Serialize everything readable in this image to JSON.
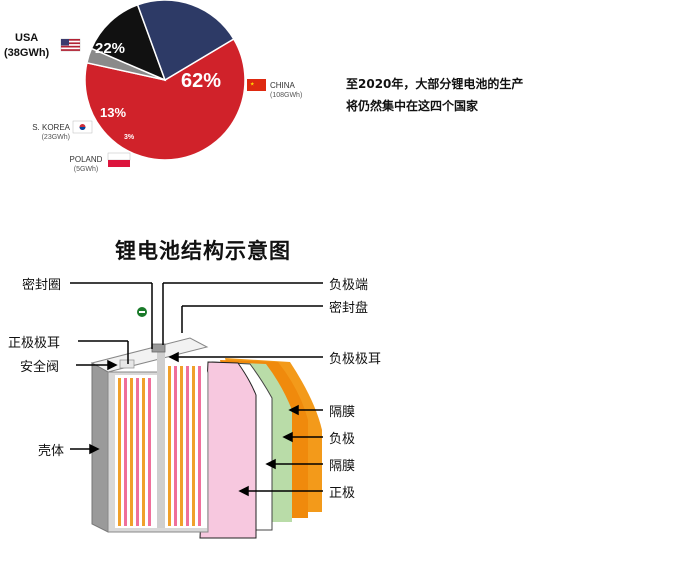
{
  "chart_data": {
    "type": "pie",
    "slices": [
      {
        "name": "CHINA",
        "value": 62,
        "label": "62%",
        "capacity": "(108GWh)",
        "color": "#d0222a"
      },
      {
        "name": "USA",
        "value": 22,
        "label": "22%",
        "capacity": "(38GWh)",
        "color": "#2d3a66"
      },
      {
        "name": "S. KOREA",
        "value": 13,
        "label": "13%",
        "capacity": "(23GWh)",
        "color": "#111111"
      },
      {
        "name": "POLAND",
        "value": 3,
        "label": "3%",
        "capacity": "(5GWh)",
        "color": "#8a8a8a"
      }
    ]
  },
  "pie_labels": {
    "usa_name": "USA",
    "usa_cap": "(38GWh)",
    "china_name": "CHINA",
    "china_cap": "(108GWh)",
    "korea_name": "S. KOREA",
    "korea_cap": "(23GWh)",
    "poland_name": "POLAND",
    "poland_cap": "(5GWh)"
  },
  "caption": {
    "line1": "至2020年，大部分锂电池的生产",
    "line2": "将仍然集中在这四个国家"
  },
  "diagram": {
    "title": "锂电池结构示意图",
    "left_labels": {
      "seal_ring": "密封圈",
      "positive_tab": "正极极耳",
      "safety_valve": "安全阀",
      "shell": "壳体"
    },
    "right_labels": {
      "negative_terminal": "负极端",
      "seal_plate": "密封盘",
      "negative_tab": "负极极耳",
      "separator_1": "隔膜",
      "negative_electrode": "负极",
      "separator_2": "隔膜",
      "positive_electrode": "正极"
    },
    "minus_symbol": "−"
  }
}
